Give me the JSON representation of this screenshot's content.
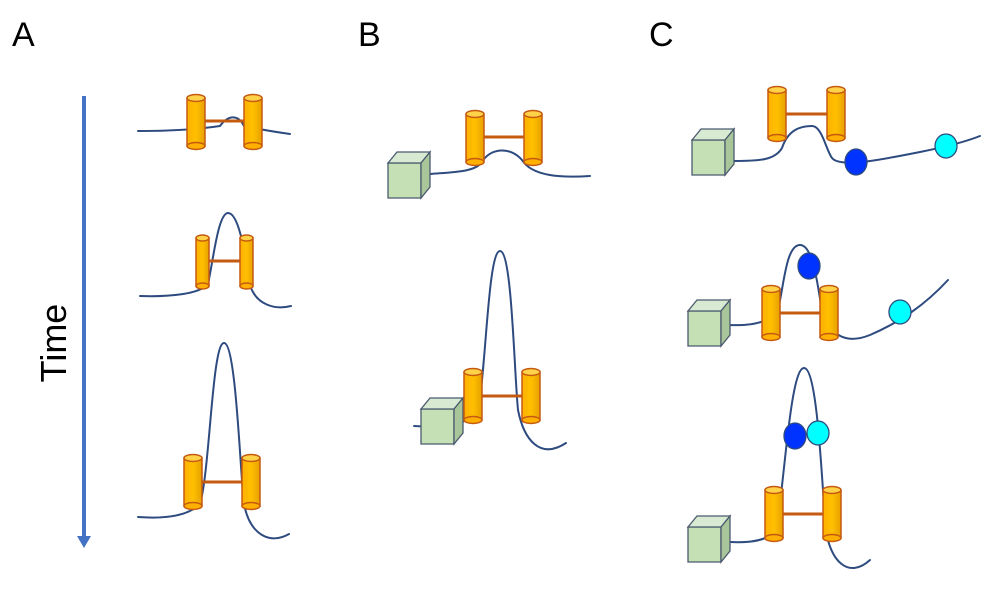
{
  "labels": {
    "panel_a": "A",
    "panel_b": "B",
    "panel_c": "C",
    "time_axis": "Time"
  },
  "colors": {
    "arrow": "#4472C4",
    "dna": "#2E4B7F",
    "cohesin_fill": "#FFC000",
    "cohesin_outline": "#C55A11",
    "anchor_cube_front": "#C5E0B4",
    "anchor_cube_top": "#D9EAD3",
    "anchor_cube_side": "#A9C59A",
    "marker_dark": "#0033FF",
    "marker_light": "#00FFFF"
  },
  "icons": {
    "loop_extruder": "cohesin-ring-icon",
    "anchor": "anchor-cube-icon",
    "dark_marker": "dark-blue-marker-icon",
    "light_marker": "cyan-marker-icon"
  }
}
